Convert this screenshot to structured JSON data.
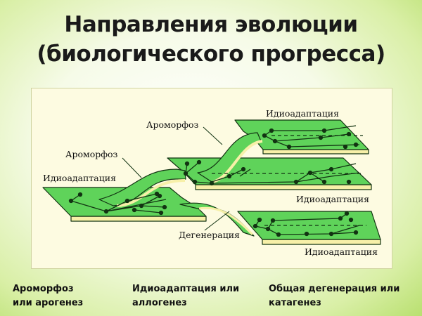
{
  "title": {
    "line1": "Направления эволюции",
    "line2": "(биологического прогресса)"
  },
  "diagram": {
    "labels": {
      "idio_left": "Идиоадаптация",
      "aromorph_1": "Ароморфоз",
      "aromorph_2": "Ароморфоз",
      "idio_top": "Идиоадаптация",
      "idio_middle": "Идиоадаптация",
      "degeneration": "Дегенерация",
      "idio_bottom": "Идиоадаптация"
    }
  },
  "captions": [
    {
      "line1": "Ароморфоз",
      "line2": "или арогенез"
    },
    {
      "line1": "Идиоадаптация или",
      "line2": "аллогенез"
    },
    {
      "line1": "Общая дегенерация или",
      "line2": "катагенез"
    }
  ],
  "colors": {
    "platform": "#5fd35a",
    "edge": "#f7f0a8",
    "outline": "#123312"
  }
}
